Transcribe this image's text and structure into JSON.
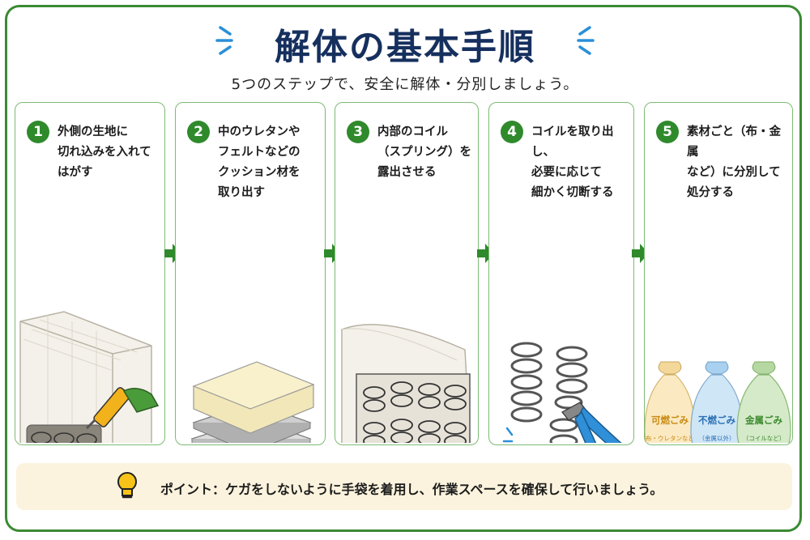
{
  "title": "解体の基本手順",
  "subtitle": "5つのステップで、安全に解体・分別しましょう。",
  "steps": [
    {
      "num": "1",
      "text": "外側の生地に\n切れ込みを入れて\nはがす"
    },
    {
      "num": "2",
      "text": "中のウレタンや\nフェルトなどの\nクッション材を\n取り出す"
    },
    {
      "num": "3",
      "text": "内部のコイル\n（スプリング）を\n露出させる"
    },
    {
      "num": "4",
      "text": "コイルを取り出し、\n必要に応じて\n細かく切断する"
    },
    {
      "num": "5",
      "text": "素材ごと（布・金属\nなど）に分別して\n処分する"
    }
  ],
  "bags": [
    {
      "label": "可燃ごみ",
      "sub": "（布・ウレタンなど）",
      "color": "#fbe9c2",
      "text_color": "#c88a12"
    },
    {
      "label": "不燃ごみ",
      "sub": "（金属以外）",
      "color": "#cfe6f7",
      "text_color": "#2a6fb4"
    },
    {
      "label": "金属ごみ",
      "sub": "（コイルなど）",
      "color": "#d5eac8",
      "text_color": "#3b8a2e"
    }
  ],
  "tip": "ポイント：ケガをしないように手袋を着用し、作業スペースを確保して行いましょう。",
  "colors": {
    "accent": "#2f8a2c",
    "title": "#16305e",
    "border": "#3a8a33",
    "tip_bg": "#fbf3dd"
  }
}
